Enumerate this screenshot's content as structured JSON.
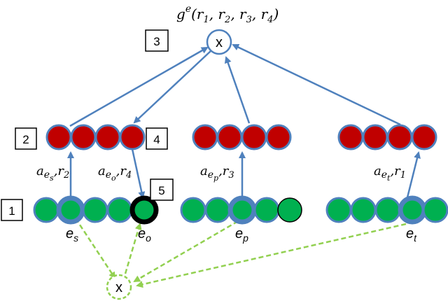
{
  "formula": {
    "base": "g",
    "sup": "e",
    "args": "(r",
    "sub1": "1",
    "sep1": ", r",
    "sub2": "2",
    "sep2": ", r",
    "sub3": "3",
    "sep3": ", r",
    "sub4": "4",
    "close": ")"
  },
  "combine_top": "x",
  "combine_bottom": "x",
  "step_labels": [
    "3",
    "2",
    "4",
    "1",
    "5"
  ],
  "attn_labels": [
    {
      "a": "a",
      "e": "e",
      "sub": "s",
      "rel": ",r",
      "relsub": "2"
    },
    {
      "a": "a",
      "e": "e",
      "sub": "o",
      "rel": ",r",
      "relsub": "4"
    },
    {
      "a": "a",
      "e": "e",
      "sub": "p",
      "rel": ",r",
      "relsub": "3"
    },
    {
      "a": "a",
      "e": "e",
      "sub": "t",
      "rel": ",r",
      "relsub": "1"
    }
  ],
  "entity_labels": [
    {
      "e": "e",
      "sub": "s"
    },
    {
      "e": "e",
      "sub": "o"
    },
    {
      "e": "e",
      "sub": "p"
    },
    {
      "e": "e",
      "sub": "t"
    }
  ],
  "colors": {
    "red_node": "#c00000",
    "green_node": "#00b050",
    "node_stroke": "#4f81bd",
    "arrow_blue": "#4f81bd",
    "arrow_green": "#92d050"
  }
}
